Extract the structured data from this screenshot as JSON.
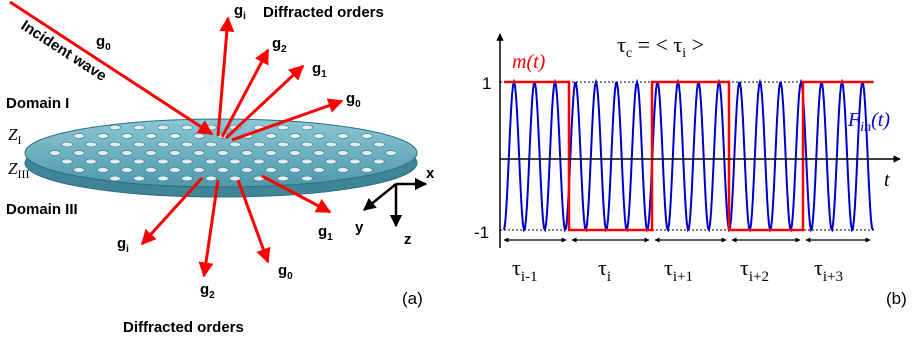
{
  "panel_a": {
    "tag": "(a)",
    "incident_label": "Incident wave",
    "g0_in": "g",
    "g0_in_sub": "0",
    "domain_top": "Domain I",
    "domain_bottom": "Domain III",
    "z1": "Z",
    "z1_sub": "I",
    "z3": "Z",
    "z3_sub": "III",
    "diffracted_top": "Diffracted orders",
    "diffracted_bottom": "Diffracted orders",
    "up_orders": [
      {
        "base": "g",
        "sub": "i"
      },
      {
        "base": "g",
        "sub": "2"
      },
      {
        "base": "g",
        "sub": "1"
      },
      {
        "base": "g",
        "sub": "0"
      }
    ],
    "down_orders": [
      {
        "base": "g",
        "sub": "i"
      },
      {
        "base": "g",
        "sub": "2"
      },
      {
        "base": "g",
        "sub": "0"
      },
      {
        "base": "g",
        "sub": "1"
      }
    ],
    "axes": {
      "x": "x",
      "y": "y",
      "z": "z"
    },
    "colors": {
      "arrow": "#ff0000",
      "slab": "#6fb3c4",
      "slab_edge": "#2f6f80",
      "holes": "#e6eef0"
    }
  },
  "panel_b": {
    "tag": "(b)",
    "title_tau": "τ",
    "title_tau_sub": "c",
    "title_rest": " = < ",
    "title_tau2_sub": "i",
    "title_end": " >",
    "m_label": "m(t)",
    "f_label_base": "F",
    "f_label_sub": "in",
    "f_label_end": "(t)",
    "t_label": "t",
    "y_ticks": [
      "1",
      "-1"
    ],
    "intervals": [
      {
        "tau": "τ",
        "sub": "i-1"
      },
      {
        "tau": "τ",
        "sub": "i"
      },
      {
        "tau": "τ",
        "sub": "i+1"
      },
      {
        "tau": "τ",
        "sub": "i+2"
      },
      {
        "tau": "τ",
        "sub": "i+3"
      }
    ],
    "m_levels": [
      1,
      -1,
      1,
      -1,
      1
    ],
    "colors": {
      "m": "#ff0000",
      "F": "#0000cc",
      "axis": "#000000"
    }
  }
}
